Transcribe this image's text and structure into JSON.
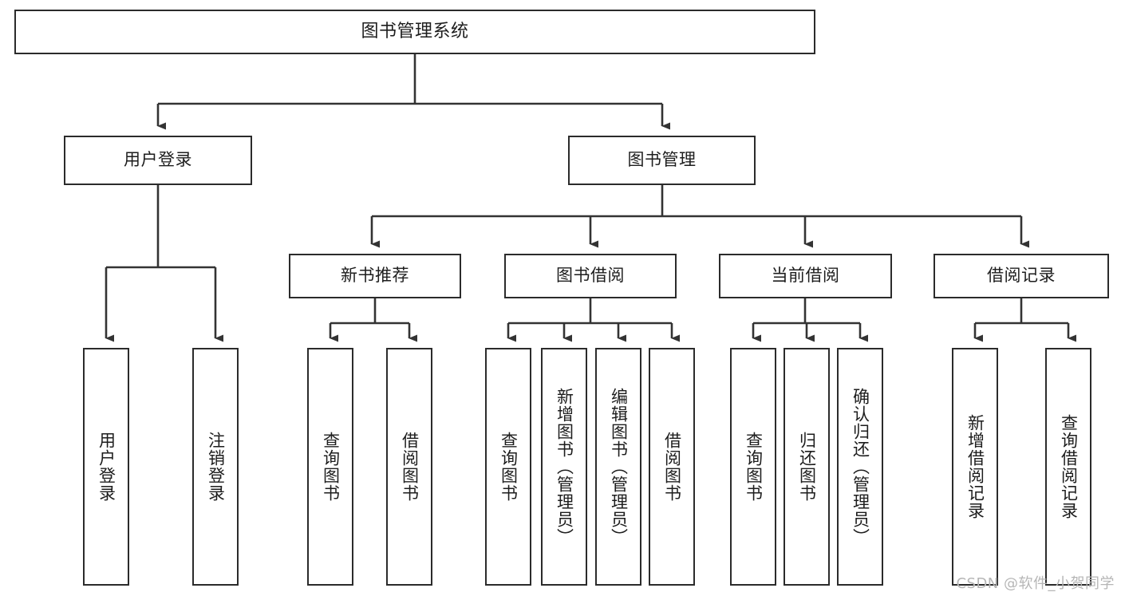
{
  "diagram": {
    "title": "图书管理系统",
    "type": "功能结构图",
    "watermark": "CSDN @软件_小贺同学",
    "colors": {
      "border": "#2b2b2b",
      "text": "#1d1d1d",
      "background": "#ffffff",
      "connector": "#333333",
      "watermark": "#b6b6b6"
    },
    "levels": {
      "root": {
        "label": "图书管理系统"
      },
      "level2": [
        {
          "label": "用户登录"
        },
        {
          "label": "图书管理"
        }
      ],
      "level3": [
        {
          "label": "新书推荐"
        },
        {
          "label": "图书借阅"
        },
        {
          "label": "当前借阅"
        },
        {
          "label": "借阅记录"
        }
      ],
      "leaves": {
        "user_login": [
          {
            "label": "用户登录"
          },
          {
            "label": "注销登录"
          }
        ],
        "new_book_recommend": [
          {
            "label": "查询图书"
          },
          {
            "label": "借阅图书"
          }
        ],
        "book_borrow": [
          {
            "label": "查询图书"
          },
          {
            "label": "新增图书（管理员）"
          },
          {
            "label": "编辑图书（管理员）"
          },
          {
            "label": "借阅图书"
          }
        ],
        "current_borrow": [
          {
            "label": "查询图书"
          },
          {
            "label": "归还图书"
          },
          {
            "label": "确认归还（管理员）"
          }
        ],
        "borrow_record": [
          {
            "label": "新增借阅记录"
          },
          {
            "label": "查询借阅记录"
          }
        ]
      }
    }
  }
}
